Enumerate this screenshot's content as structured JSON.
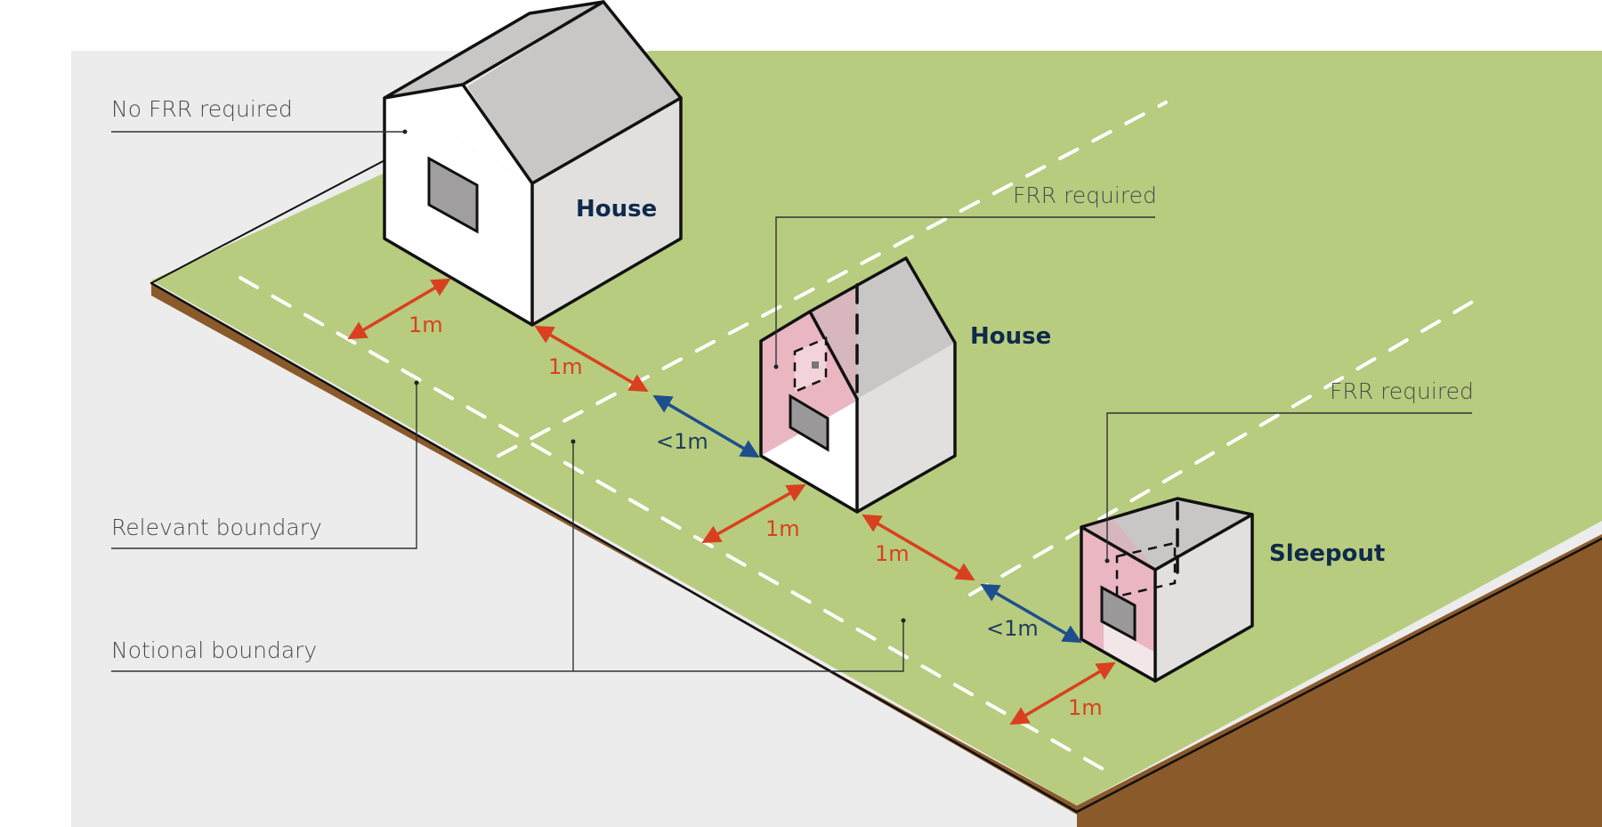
{
  "labels": {
    "no_frr": "No FRR required",
    "frr_required_1": "FRR required",
    "frr_required_2": "FRR required",
    "relevant_boundary": "Relevant boundary",
    "notional_boundary": "Notional boundary"
  },
  "buildings": {
    "house_1": "House",
    "house_2": "House",
    "sleepout": "Sleepout"
  },
  "dimensions": {
    "d1": "1m",
    "d2": "1m",
    "d3": "<1m",
    "d4": "1m",
    "d5": "1m",
    "d6": "<1m",
    "d7": "1m"
  },
  "colors": {
    "background_panel": "#ececec",
    "ground": "#b7cc7e",
    "ground_edge": "#8b5a2b",
    "wall_white": "#ffffff",
    "wall_grey": "#e2e0df",
    "roof": "#c9c7c6",
    "fire_rated_wall": "#e9b6c2",
    "dim_red": "#d9401f",
    "dim_blue": "#1f4e8c",
    "building_label": "#0f2a4a"
  }
}
